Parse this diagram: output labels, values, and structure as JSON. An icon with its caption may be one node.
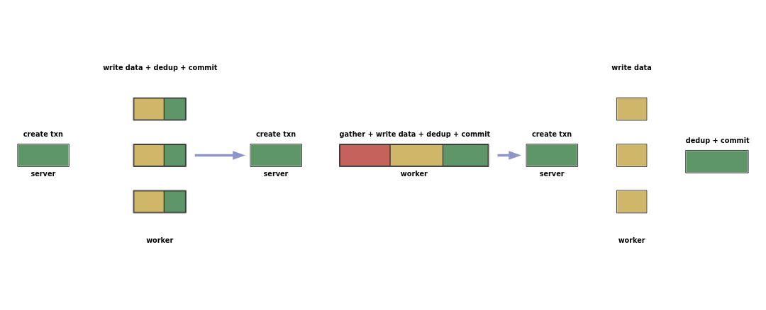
{
  "diagram": {
    "nodes": [
      {
        "text": [],
        "shape": "box",
        "beside": [
          "create txn",
          "server"
        ]
      },
      {
        "text": [],
        "shape": "bar"
      },
      {
        "text": [],
        "shape": "bar"
      },
      {
        "text": [],
        "shape": "bar"
      },
      {
        "text": [],
        "shape": "box",
        "beside": [
          "create txn",
          "server"
        ]
      },
      {
        "text": [],
        "shape": "bar",
        "beside": [
          "gather + write data + dedup + commit",
          "worker"
        ]
      },
      {
        "text": [],
        "shape": "box",
        "beside": [
          "create txn",
          "server"
        ]
      },
      {
        "text": [],
        "shape": "box"
      },
      {
        "text": [],
        "shape": "box"
      },
      {
        "text": [],
        "shape": "box"
      },
      {
        "text": [],
        "shape": "box",
        "beside": [
          "dedup + commit"
        ]
      }
    ],
    "edges": [
      {
        "from": 2,
        "to": 4,
        "arrow": "to"
      },
      {
        "from": 5,
        "to": 6,
        "arrow": "to"
      }
    ],
    "labels": [
      "write data + dedup + commit",
      "worker",
      "write data",
      "worker"
    ]
  }
}
